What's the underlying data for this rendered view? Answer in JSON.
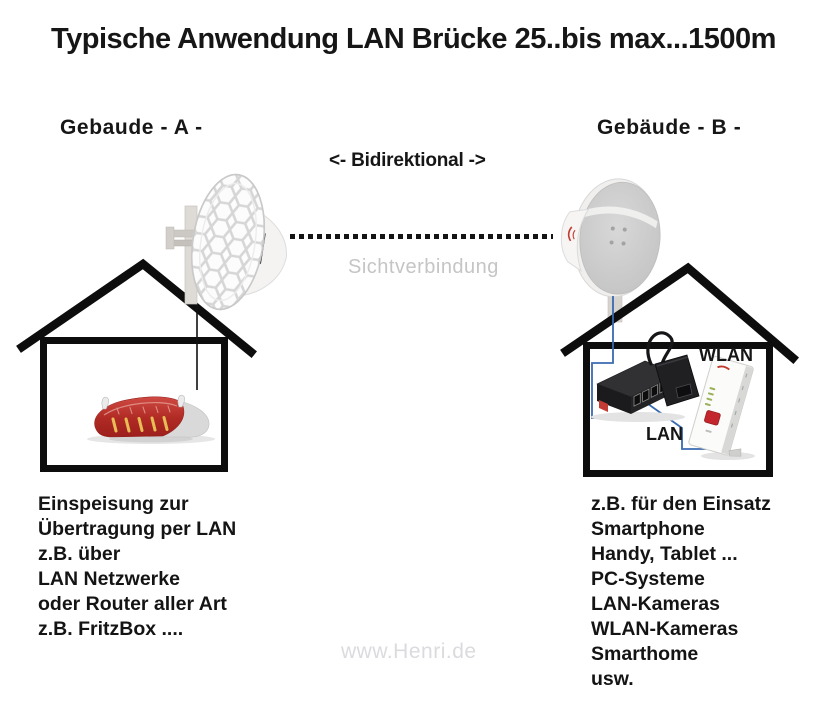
{
  "title": "Typische Anwendung LAN Brücke 25..bis max...1500m",
  "building_a_label": "Gebaude - A -",
  "building_b_label": "Gebäude - B -",
  "link": {
    "bidirectional_label": "<- Bidirektional ->",
    "sight_label": "Sichtverbindung"
  },
  "house_b_labels": {
    "wlan": "WLAN",
    "lan": "LAN"
  },
  "left_note_lines": [
    "Einspeisung zur",
    "Übertragung per LAN",
    "z.B. über",
    "LAN Netzwerke",
    "oder Router aller Art",
    "z.B. FritzBox ...."
  ],
  "right_note_lines": [
    "z.B. für den Einsatz",
    "Smartphone",
    "Handy, Tablet ...",
    "PC-Systeme",
    "LAN-Kameras",
    "WLAN-Kameras",
    "Smarthome",
    "usw."
  ],
  "watermark": "www.Henri.de",
  "colors": {
    "outline_black": "#0d0d0d",
    "cable_blue": "#3a6ab0",
    "fritzbox_red_dark": "#9c1f1c",
    "fritzbox_red_light": "#cf4a42",
    "led_yellow": "#e9bd55",
    "repeater_button_red": "#c4262d",
    "switch_label_red": "#c23b34",
    "sight_text_gray": "#c5c5c5",
    "watermark_gray": "#dbdbdf"
  }
}
